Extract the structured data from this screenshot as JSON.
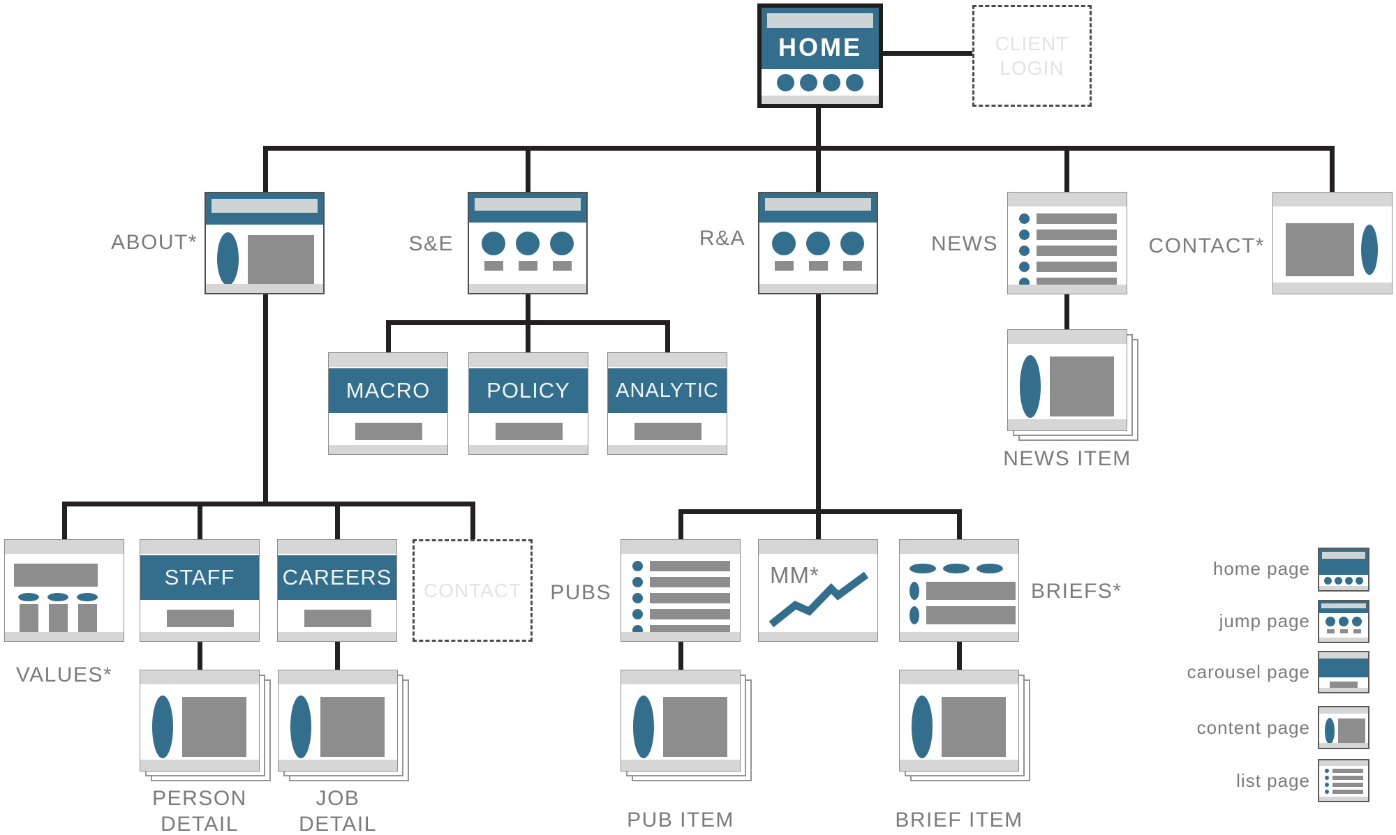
{
  "diagram": {
    "kind": "website sitemap"
  },
  "colors": {
    "teal": "#336e8c",
    "gray": "#8d8d8d",
    "band": "#d6d6d6",
    "inbar": "#ced3d6",
    "line": "#242021",
    "label": "#7b7b7b",
    "faint": "#e3e3e3",
    "border": "#8c8c8c",
    "borderdark": "#4f4f4f"
  },
  "nodes": {
    "home": {
      "label": "HOME",
      "type": "home page"
    },
    "client_login": {
      "label": "CLIENT LOGIN",
      "type": "placeholder"
    },
    "about": {
      "label": "ABOUT*",
      "type": "carousel page"
    },
    "se": {
      "label": "S&E",
      "type": "jump page"
    },
    "ra": {
      "label": "R&A",
      "type": "jump page"
    },
    "news": {
      "label": "NEWS",
      "type": "list page"
    },
    "contact": {
      "label": "CONTACT*",
      "type": "content page"
    },
    "macro": {
      "label": "MACRO",
      "type": "carousel page"
    },
    "policy": {
      "label": "POLICY",
      "type": "carousel page"
    },
    "analytic": {
      "label": "ANALYTIC",
      "type": "carousel page"
    },
    "news_item": {
      "label": "NEWS ITEM",
      "type": "content page"
    },
    "values": {
      "label": "VALUES*"
    },
    "staff": {
      "label": "STAFF",
      "type": "carousel page"
    },
    "careers": {
      "label": "CAREERS",
      "type": "carousel page"
    },
    "contact_placeholder": {
      "label": "CONTACT",
      "type": "placeholder"
    },
    "person_detail": {
      "label": "PERSON DETAIL",
      "line1": "PERSON",
      "line2": "DETAIL",
      "type": "content page"
    },
    "job_detail": {
      "label": "JOB DETAIL",
      "line1": "JOB",
      "line2": "DETAIL",
      "type": "content page"
    },
    "pubs": {
      "label": "PUBS",
      "type": "list page"
    },
    "mm": {
      "label": "MM*"
    },
    "briefs": {
      "label": "BRIEFS*"
    },
    "pub_item": {
      "label": "PUB ITEM",
      "type": "content page"
    },
    "brief_item": {
      "label": "BRIEF ITEM",
      "type": "content page"
    }
  },
  "edges": [
    [
      "HOME",
      "CLIENT LOGIN"
    ],
    [
      "HOME",
      "ABOUT*"
    ],
    [
      "HOME",
      "S&E"
    ],
    [
      "HOME",
      "R&A"
    ],
    [
      "HOME",
      "NEWS"
    ],
    [
      "HOME",
      "CONTACT*"
    ],
    [
      "S&E",
      "MACRO"
    ],
    [
      "S&E",
      "POLICY"
    ],
    [
      "S&E",
      "ANALYTIC"
    ],
    [
      "ABOUT*",
      "VALUES*"
    ],
    [
      "ABOUT*",
      "STAFF"
    ],
    [
      "ABOUT*",
      "CAREERS"
    ],
    [
      "ABOUT*",
      "CONTACT"
    ],
    [
      "STAFF",
      "PERSON DETAIL"
    ],
    [
      "CAREERS",
      "JOB DETAIL"
    ],
    [
      "R&A",
      "PUBS"
    ],
    [
      "R&A",
      "MM*"
    ],
    [
      "R&A",
      "BRIEFS*"
    ],
    [
      "PUBS",
      "PUB ITEM"
    ],
    [
      "BRIEFS*",
      "BRIEF ITEM"
    ],
    [
      "NEWS",
      "NEWS ITEM"
    ]
  ],
  "legend": {
    "home": "home page",
    "jump": "jump page",
    "carousel": "carousel page",
    "content": "content page",
    "list": "list page"
  }
}
